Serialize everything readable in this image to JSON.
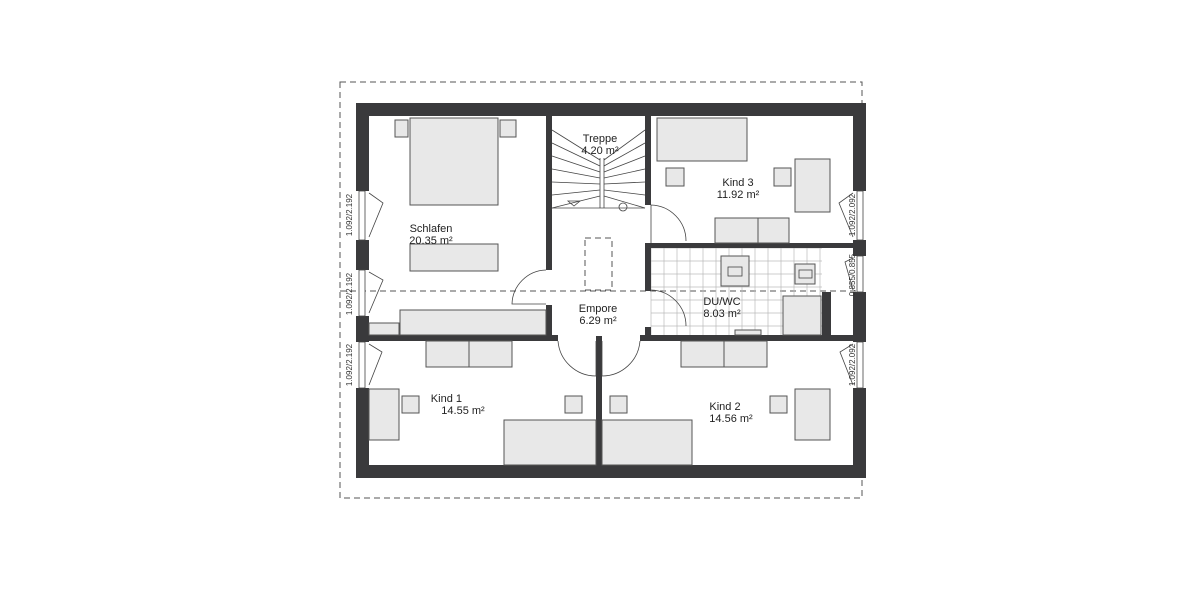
{
  "floor_plan": {
    "rooms": [
      {
        "name": "Schlafen",
        "area": "20.35 m²"
      },
      {
        "name": "Treppe",
        "area": "4.20 m²"
      },
      {
        "name": "Kind 3",
        "area": "11.92 m²"
      },
      {
        "name": "DU/WC",
        "area": "8.03 m²"
      },
      {
        "name": "Empore",
        "area": "6.29 m²"
      },
      {
        "name": "Kind 1",
        "area": "14.55 m²"
      },
      {
        "name": "Kind 2",
        "area": "14.56 m²"
      }
    ],
    "window_dimensions": {
      "left": [
        "1.092/2.192",
        "1.092/2.192",
        "1.092/2.192"
      ],
      "right": [
        "1.092/2.092",
        "0.855/0.855",
        "1.092/2.092"
      ]
    }
  }
}
